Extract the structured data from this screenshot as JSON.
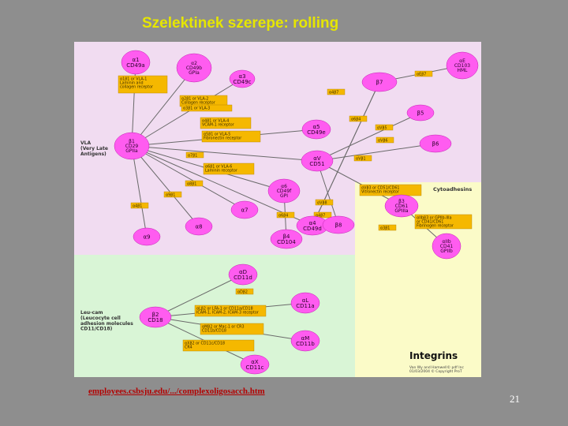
{
  "slide": {
    "title": "Szelektinek szerepe: rolling",
    "link": "employees.csbsju.edu/.../complexoligosacch.htm",
    "page_number": "21"
  },
  "diagram": {
    "heading": "Integrins",
    "panels": {
      "vla": {
        "label": "VLA\n(Very Late\nAntigens)",
        "color": "#f1dcf1"
      },
      "leucam": {
        "label": "Leu-cam\n(Leucocyte cell\nadhesion molecules\nCD11/CD18)",
        "color": "#d9f5d6"
      },
      "cyto": {
        "label": "Cytoadhesins",
        "color": "#fbfbc8"
      }
    },
    "nodes": {
      "a1": "α1\nCD49a",
      "a2": "α2\nCD49b\nGPIa",
      "a3": "α3\nCD49c",
      "a4": "α4\nCD49d",
      "a5": "α5\nCD49e",
      "a6": "α6\nCD49f\nGPI",
      "a7": "α7",
      "a8": "α8",
      "a9": "α9",
      "av": "αV\nCD51",
      "b1": "β1\nCD29\nGPIIa",
      "b3": "β3\nCD61\nGPIIIa",
      "b4": "β4\nCD104",
      "b5": "β5",
      "b6": "β6",
      "b7": "β7",
      "b8": "β8",
      "b2": "β2\nCD18",
      "aE": "αE\nCD103\nHML",
      "aIIb": "αIIb\nCD41\nGPIIb",
      "aD": "αD\nCD11d",
      "aL": "αL\nCD11a",
      "aM": "αM\nCD11b",
      "aX": "αX\nCD11c"
    },
    "labels": {
      "l_a1b1": "α1β1 or VLA-1\nLaminin and\ncollagen receptor",
      "l_a2b1": "α2β1 or VLA-2\nCollagen receptor",
      "l_a3b1": "α3β1 or VLA-3",
      "l_a4b1": "α4β1 or VLA-4\nVCAM-1 receptor",
      "l_a5b1": "α5β1 or VLA-5\nFibronectin receptor",
      "l_a6b1": "α6β1 or VLA-6\nLaminin receptor",
      "l_avb3": "αVβ3 or CD51/CD61\nVitronectin receptor",
      "l_aiib": "αIIbβ3 or GPIIb-IIIa\nor CD41/CD61\nFibrinogen receptor",
      "l_alb2": "αLβ2 or LFA-1 or CD11a/CD18\nICAM-1, ICAM-2, ICAM-3 receptor",
      "l_amb2": "αMβ2 or Mac-1 or CR3\nCD11b/CD18",
      "l_axb2": "αXβ2 or CD11c/CD18\nCR4",
      "s_aeb7": "αEβ7",
      "s_a4b7": "α4β7",
      "s_a6b4": "α6β4",
      "s_avb5": "αVβ5",
      "s_avb6": "αVβ6",
      "s_avb8": "αVβ8",
      "s_avb1": "αVβ1",
      "s_a7b1": "α7β1",
      "s_a8b1": "α8β1",
      "s_a9b1": "α9β1",
      "s_a4b1": "α4β1",
      "s_a3b1b": "α3β1",
      "s_adb2": "αDβ2",
      "s_a6b4b": "α6β4",
      "s_a4b7b": "α4β7"
    },
    "credit": "Van Wy and Hamwell© pdf Inc\n01/03/2004 © Copyright ProT"
  },
  "colors": {
    "node": "#ff5cf0",
    "label_box": "#f5b800",
    "line": "#6a6a6a",
    "title": "#e6e600",
    "link": "#b30000"
  }
}
